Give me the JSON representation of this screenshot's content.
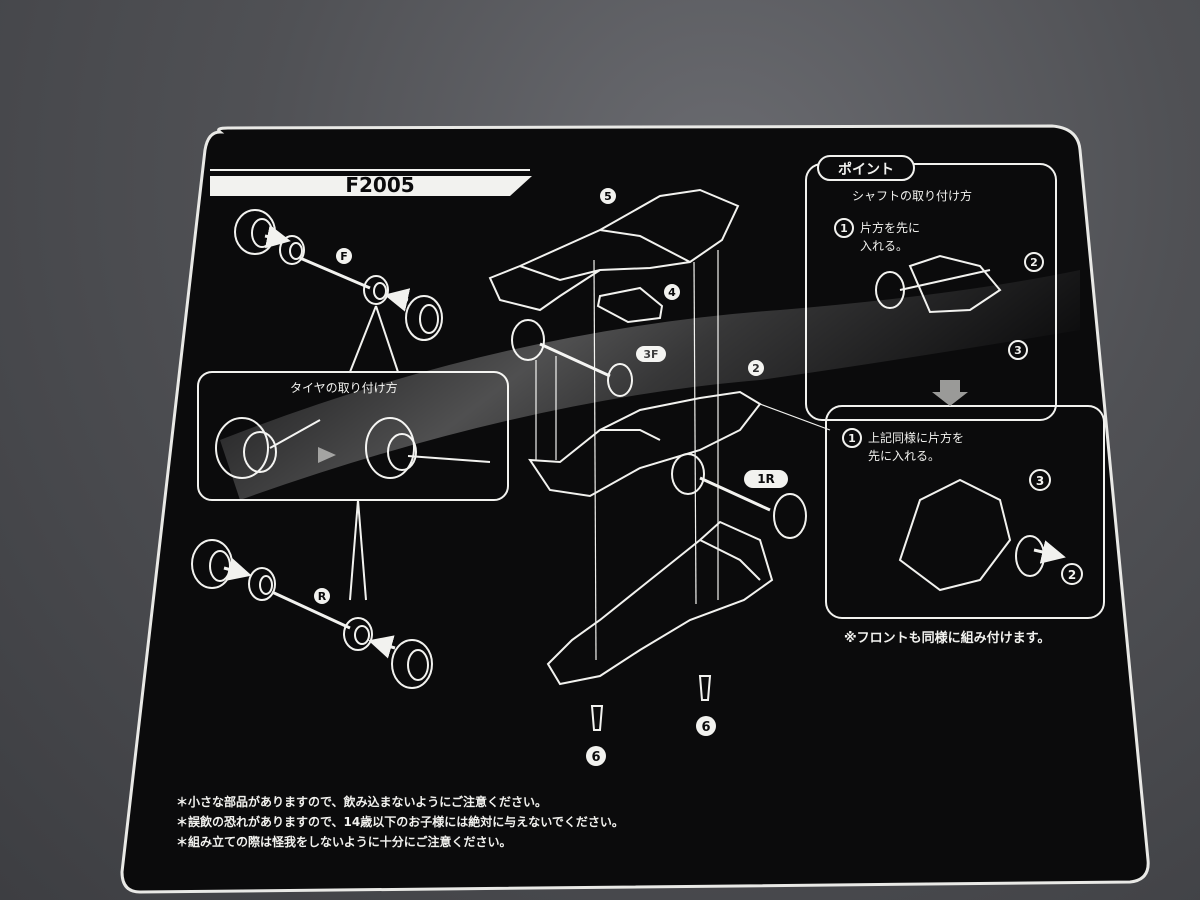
{
  "card": {
    "title": "F2005",
    "front_label": "F",
    "rear_label": "R",
    "tire_callout": "タイヤの取り付け方",
    "diagram_numbers": {
      "body": "5",
      "wing": "4",
      "front_axle": "3F",
      "chassis_part": "2",
      "rear_axle": "1R",
      "screw_left": "6",
      "screw_right": "6"
    },
    "point_box": {
      "heading": "ポイント",
      "subheading": "シャフトの取り付け方",
      "step1_text_line1": "片方を先に",
      "step1_text_line2": "入れる。",
      "step2_text_line1": "上記同様に片方を",
      "step2_text_line2": "先に入れる。",
      "step_marker": "1",
      "marker_2a": "2",
      "marker_3a": "3",
      "marker_3b": "3",
      "marker_2b": "2",
      "note": "※フロントも同様に組み付けます。"
    },
    "warnings": [
      "＊小さな部品がありますので、飲み込まないようにご注意ください。",
      "＊誤飲の恐れがありますので、14歳以下のお子様には絶対に与えないでください。",
      "＊組み立ての際は怪我をしないように十分にご注意ください。"
    ]
  },
  "colors": {
    "card": "#0b0b0c",
    "card_border": "#e9e9e6",
    "line": "#f2f2ef"
  }
}
